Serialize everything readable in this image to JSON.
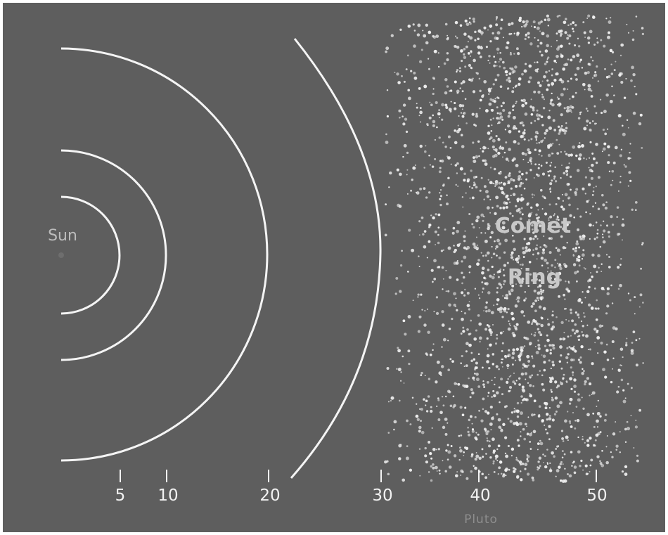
{
  "labels": {
    "sun": "Sun",
    "comet_ring_line1": "Comet",
    "comet_ring_line2": "Ring",
    "pluto": "Pluto"
  },
  "scale": {
    "ticks": [
      {
        "value": 5,
        "label": "5"
      },
      {
        "value": 10,
        "label": "10"
      },
      {
        "value": 20,
        "label": "20"
      },
      {
        "value": 30,
        "label": "30"
      },
      {
        "value": 40,
        "label": "40"
      },
      {
        "value": 50,
        "label": "50"
      }
    ]
  },
  "orbits": [
    {
      "name": "orbit-inner"
    },
    {
      "name": "orbit-second"
    },
    {
      "name": "orbit-third"
    },
    {
      "name": "orbit-outer"
    }
  ],
  "colors": {
    "background": "#5e5e5e",
    "orbit_line": "#f4f4f4",
    "comet_dot": "#f0f0f0",
    "frame": "#ffffff"
  }
}
